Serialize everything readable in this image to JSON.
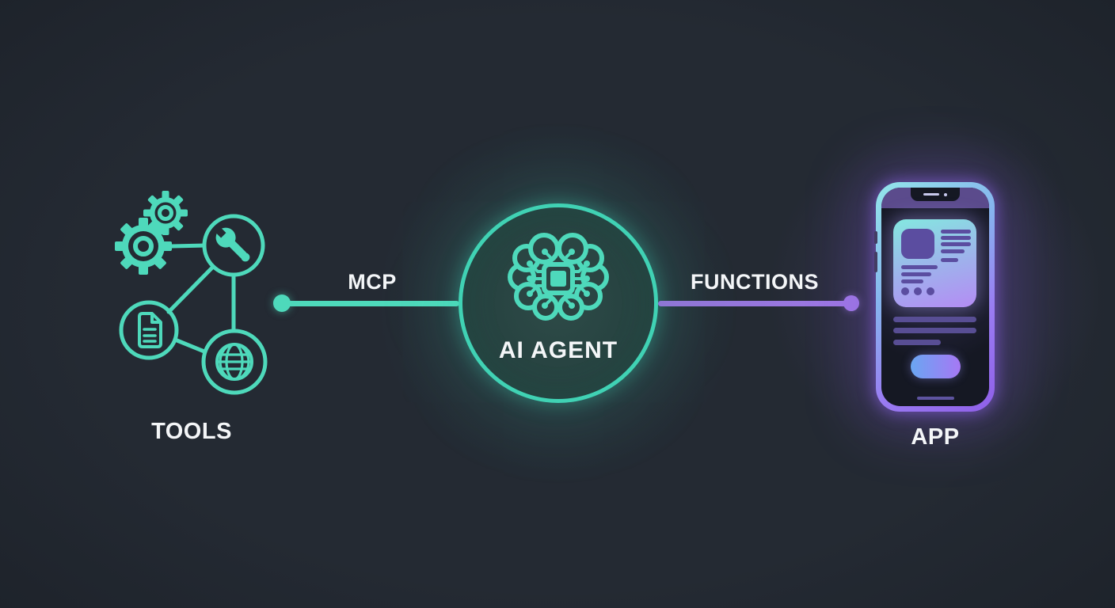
{
  "nodes": {
    "tools": {
      "label": "TOOLS",
      "icons": [
        "small-gear-icon",
        "large-gear-icon",
        "wrench-icon",
        "document-icon",
        "globe-icon"
      ]
    },
    "agent": {
      "label": "AI AGENT",
      "icon": "brain-chip-icon"
    },
    "app": {
      "label": "APP",
      "icon": "smartphone-icon"
    }
  },
  "connections": {
    "mcp": {
      "label": "MCP",
      "from": "tools",
      "to": "agent"
    },
    "functions": {
      "label": "FUNCTIONS",
      "from": "agent",
      "to": "app"
    }
  },
  "colors": {
    "background": "#242a33",
    "teal": "#4ed9bb",
    "purple_line": "#8e76d4",
    "purple_dot": "#9d77e3",
    "text": "#f4f6f8",
    "agent_stroke": "#40d2b4",
    "agent_inner": "#2a4543",
    "frame_c1": "#93e6ea",
    "frame_c2": "#9a7cf2",
    "frame_c3": "#8f5fe8",
    "screen": "#151823",
    "statusbar": "#5b4b8c",
    "notch_content": "#c9c9ee",
    "card_c1": "#84e8e0",
    "card_c2": "#b48cf4",
    "card_content": "#5b4da0",
    "subline": "#584e94",
    "btn_c1": "#6aa6f2",
    "btn_c2": "#a678f4",
    "home": "#5e54a0"
  }
}
